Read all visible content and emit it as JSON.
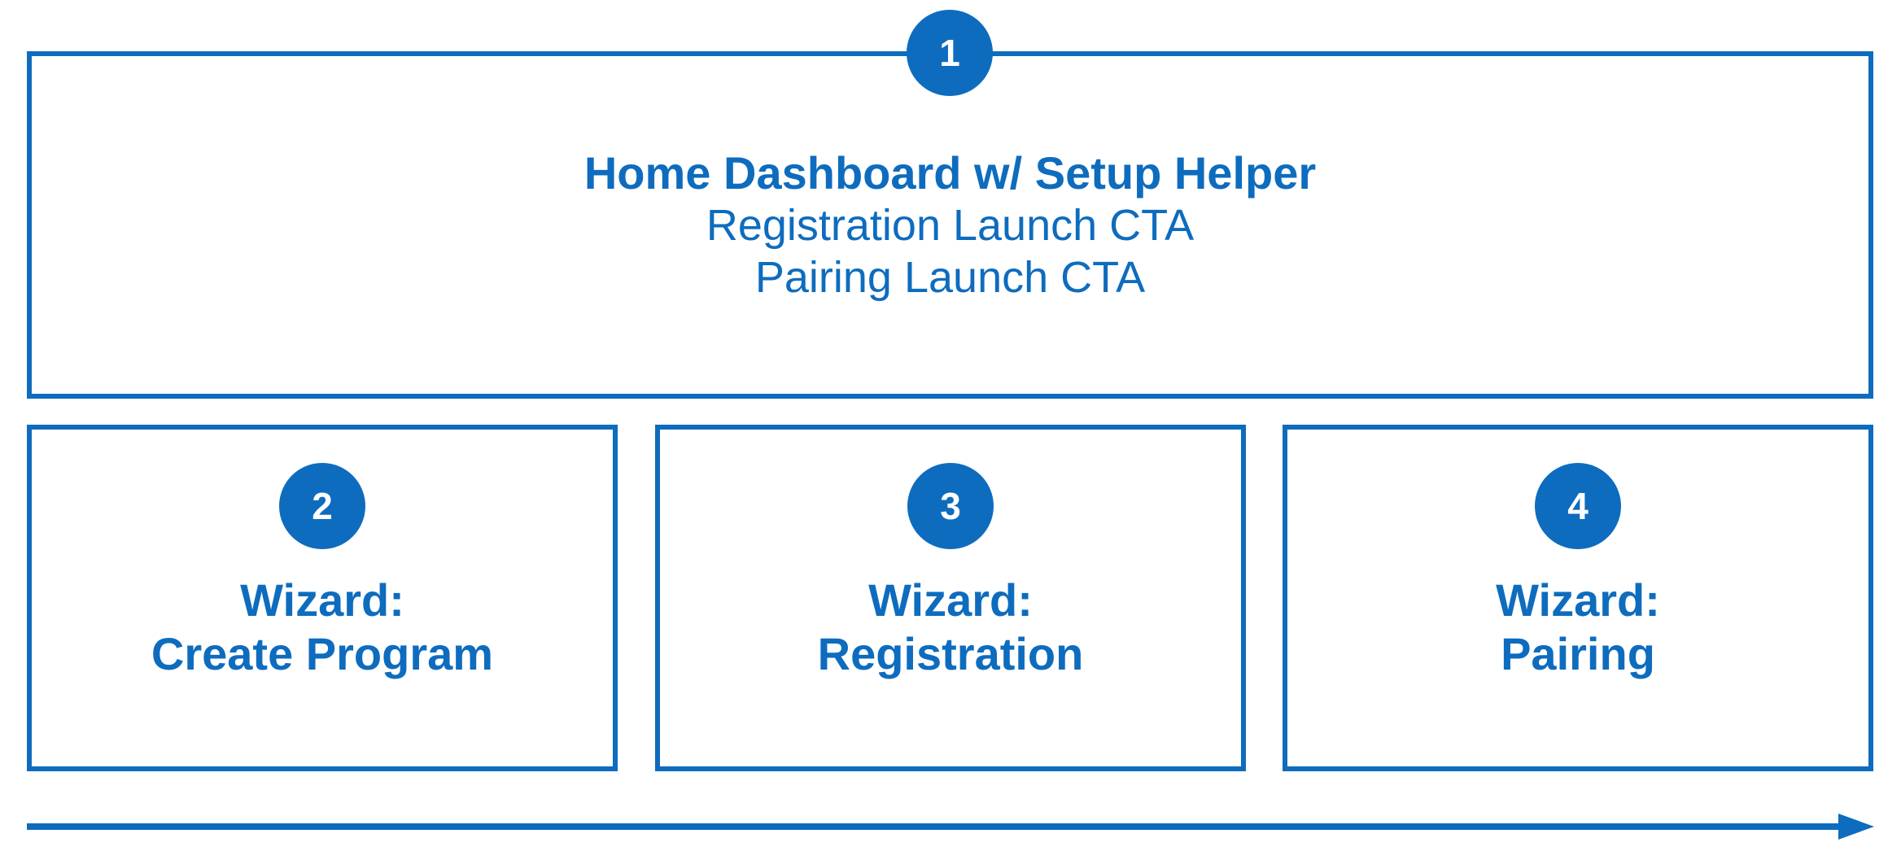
{
  "colors": {
    "accent": "#0E6CBE",
    "background": "#FFFFFF",
    "badge_text": "#FFFFFF"
  },
  "steps": [
    {
      "number": "1",
      "title": "Home Dashboard w/ Setup Helper",
      "lines": [
        "Registration Launch CTA",
        "Pairing Launch CTA"
      ]
    },
    {
      "number": "2",
      "lines": [
        "Wizard:",
        "Create Program"
      ]
    },
    {
      "number": "3",
      "lines": [
        "Wizard:",
        "Registration"
      ]
    },
    {
      "number": "4",
      "lines": [
        "Wizard:",
        "Pairing"
      ]
    }
  ],
  "arrow": {
    "direction": "right"
  }
}
